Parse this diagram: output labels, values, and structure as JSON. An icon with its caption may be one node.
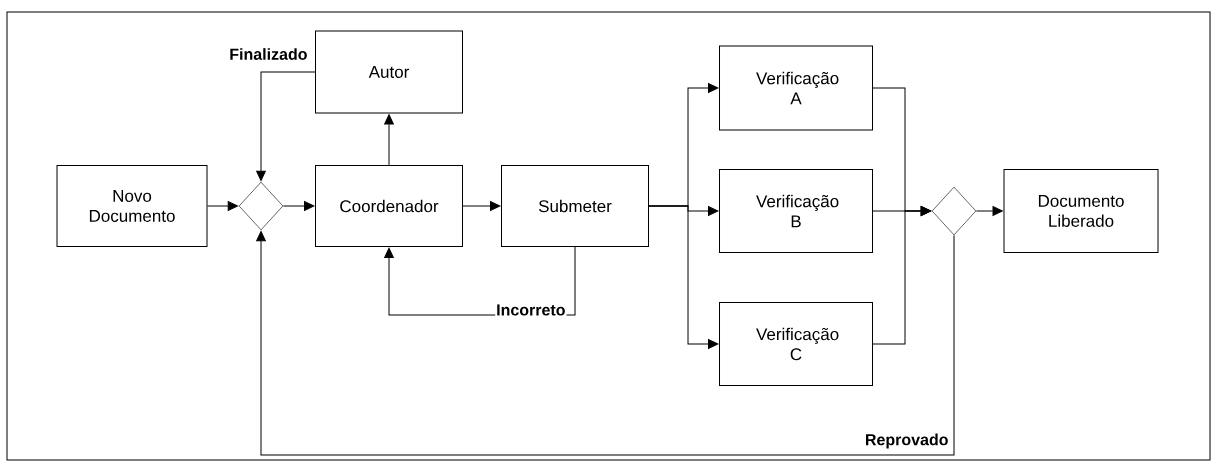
{
  "diagram": {
    "nodes": [
      {
        "text": [
          "Novo Documento"
        ]
      },
      {
        "text": [],
        "shape": "diamond"
      },
      {
        "text": [
          "Autor"
        ]
      },
      {
        "text": [
          "Coordenador"
        ]
      },
      {
        "text": [
          "Submeter"
        ]
      },
      {
        "text": [
          "Verificação A"
        ]
      },
      {
        "text": [
          "Verificação B"
        ]
      },
      {
        "text": [
          "Verificação C"
        ]
      },
      {
        "text": [],
        "shape": "diamond"
      },
      {
        "text": [
          "Documento Liberado"
        ]
      }
    ],
    "edges": [
      {
        "from": 0,
        "to": 1,
        "arrow": "to"
      },
      {
        "from": 1,
        "to": 3,
        "arrow": "to"
      },
      {
        "from": 3,
        "to": 2,
        "arrow": "to"
      },
      {
        "from": 2,
        "to": 1,
        "arrow": "to",
        "label": "Finalizado"
      },
      {
        "from": 3,
        "to": 4,
        "arrow": "to"
      },
      {
        "from": 4,
        "to": 3,
        "arrow": "to",
        "label": "Incorreto"
      },
      {
        "from": 4,
        "to": 5,
        "arrow": "to"
      },
      {
        "from": 4,
        "to": 6,
        "arrow": "to"
      },
      {
        "from": 4,
        "to": 7,
        "arrow": "to"
      },
      {
        "from": 5,
        "to": 8,
        "arrow": "to"
      },
      {
        "from": 6,
        "to": 8,
        "arrow": "to"
      },
      {
        "from": 7,
        "to": 8,
        "arrow": "to"
      },
      {
        "from": 8,
        "to": 9,
        "arrow": "to"
      },
      {
        "from": 8,
        "to": 1,
        "arrow": "to",
        "label": "Reprovado"
      }
    ]
  }
}
